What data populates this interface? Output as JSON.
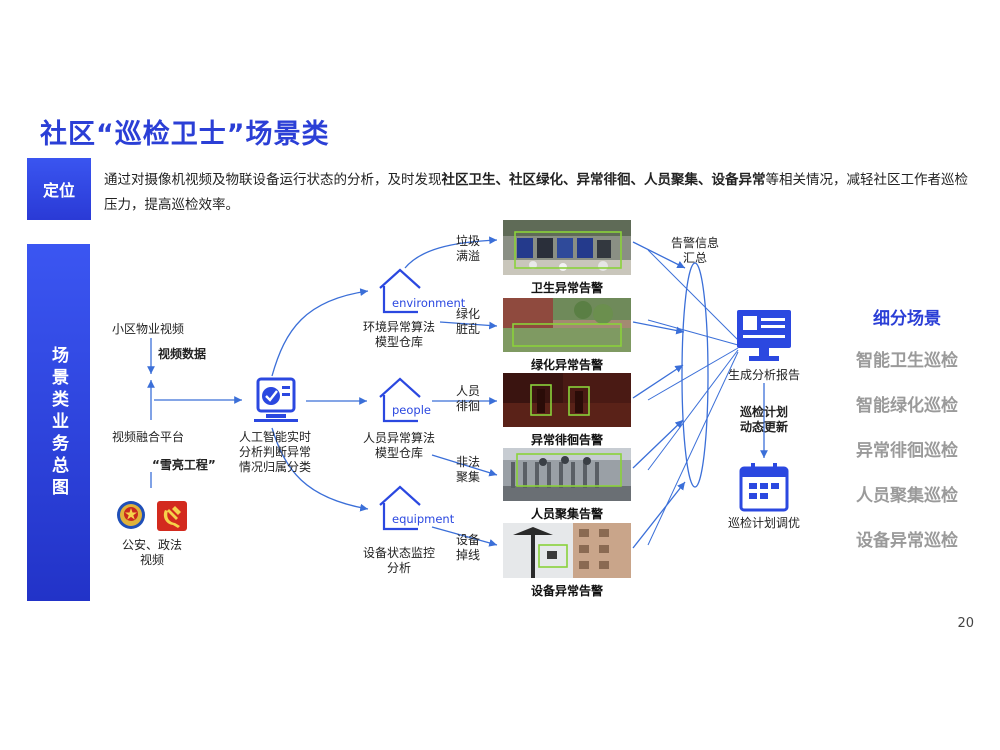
{
  "title": "社区“巡检卫士”场景类",
  "positioning": {
    "tag": "定位",
    "text_before": "通过对摄像机视频及物联设备运行状态的分析，及时发现",
    "text_bold": "社区卫生、社区绿化、异常徘徊、人员聚集、设备异常",
    "text_after": "等相关情况，减轻社区工作者巡检压力，提高巡检效率。"
  },
  "sidebar_label": "场景类业务总图",
  "sources": {
    "property_video": "小区物业视频",
    "video_data": "视频数据",
    "fusion_platform": "视频融合平台",
    "xueliang": "“雪亮工程”",
    "police_video_line1": "公安、政法",
    "police_video_line2": "视频"
  },
  "ai": {
    "line1": "人工智能实时",
    "line2": "分析判断异常",
    "line3": "情况归属分类"
  },
  "repos": [
    {
      "icon_label": "environment",
      "line1": "环境异常算法",
      "line2": "模型仓库"
    },
    {
      "icon_label": "people",
      "line1": "人员异常算法",
      "line2": "模型仓库"
    },
    {
      "icon_label": "equipment",
      "line1": "设备状态监控",
      "line2": "分析"
    }
  ],
  "alerts": [
    {
      "trigger_line1": "垃圾",
      "trigger_line2": "满溢",
      "caption": "卫生异常告警"
    },
    {
      "trigger_line1": "绿化",
      "trigger_line2": "脏乱",
      "caption": "绿化异常告警"
    },
    {
      "trigger_line1": "人员",
      "trigger_line2": "徘徊",
      "caption": "异常徘徊告警"
    },
    {
      "trigger_line1": "非法",
      "trigger_line2": "聚集",
      "caption": "人员聚集告警"
    },
    {
      "trigger_line1": "设备",
      "trigger_line2": "掉线",
      "caption": "设备异常告警"
    }
  ],
  "aggregate": {
    "line1": "告警信息",
    "line2": "汇总"
  },
  "report": "生成分析报告",
  "update": {
    "line1": "巡检计划",
    "line2": "动态更新"
  },
  "optimize": "巡检计划调优",
  "scenes": {
    "title": "细分场景",
    "items": [
      "智能卫生巡检",
      "智能绿化巡检",
      "异常徘徊巡检",
      "人员聚集巡检",
      "设备异常巡检"
    ]
  },
  "page_number": "20",
  "colors": {
    "accent": "#2b3fd6",
    "arrow": "#3b6fd8",
    "box_green": "#8ad23a",
    "muted": "#9a9a9a"
  }
}
